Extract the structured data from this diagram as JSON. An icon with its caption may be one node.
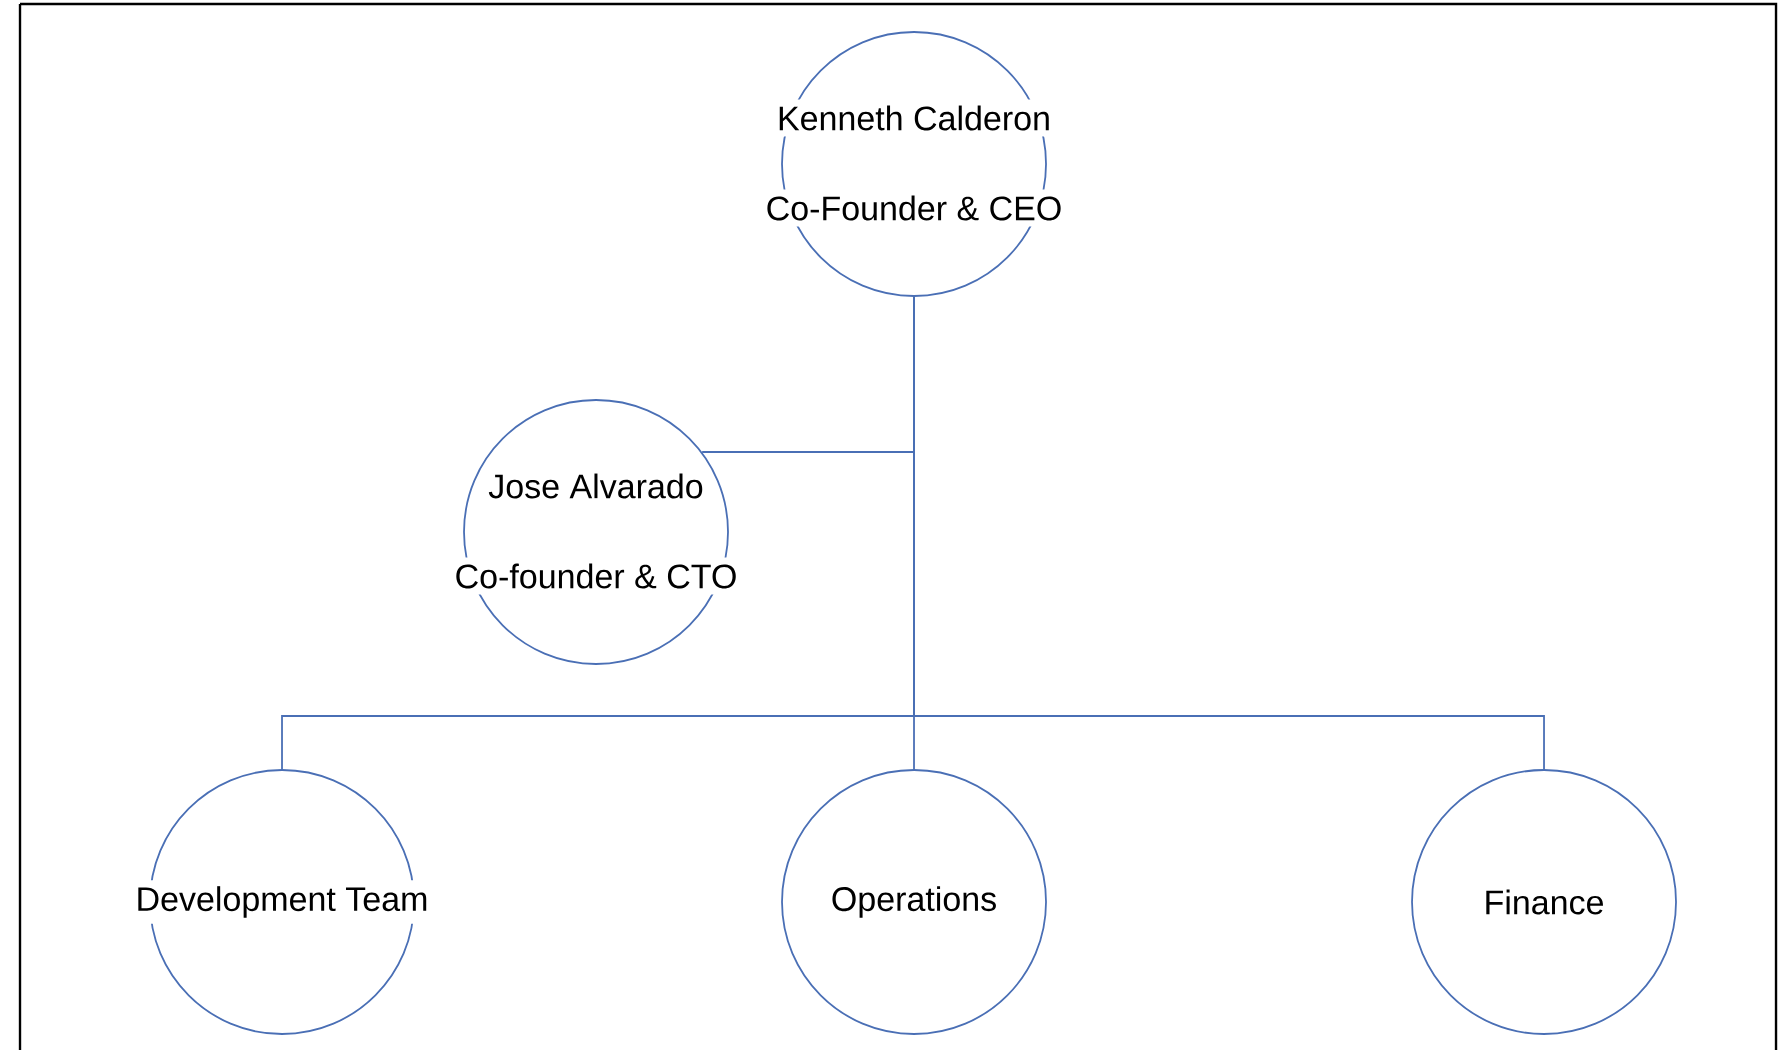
{
  "diagram": {
    "nodes": [
      {
        "text": [
          "Kenneth Calderon",
          "Co-Founder & CEO"
        ]
      },
      {
        "text": [
          "Jose Alvarado",
          "Co-founder & CTO"
        ]
      },
      {
        "text": [
          "Development Team"
        ]
      },
      {
        "text": [
          "Operations"
        ]
      },
      {
        "text": [
          "Finance"
        ]
      }
    ],
    "edges": [
      {
        "from": 0,
        "to": 1,
        "arrow": "none"
      },
      {
        "from": 0,
        "to": 2,
        "arrow": "none"
      },
      {
        "from": 0,
        "to": 3,
        "arrow": "none"
      },
      {
        "from": 0,
        "to": 4,
        "arrow": "none"
      }
    ]
  }
}
